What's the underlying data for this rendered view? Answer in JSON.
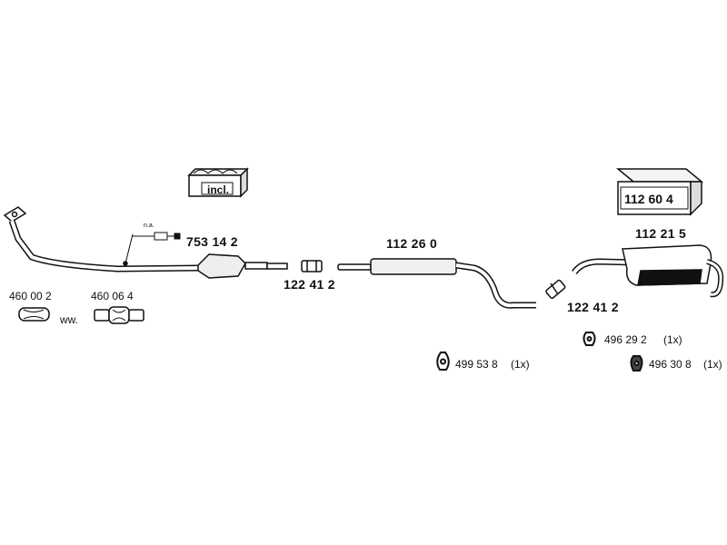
{
  "parts": {
    "front_pipe": "753 14 2",
    "clamp_front": "122 41 2",
    "middle_silencer": "112 26 0",
    "rear_silencer": "112 21 5",
    "clamp_rear": "122 41 2",
    "flex_pipe_a": "460 00 2",
    "flex_pipe_b": "460 06 4"
  },
  "mounts": {
    "m1": {
      "number": "499 53 8",
      "qty": "(1x)"
    },
    "m2": {
      "number": "496 29 2",
      "qty": "(1x)"
    },
    "m3": {
      "number": "496 30 8",
      "qty": "(1x)"
    }
  },
  "kit_box_number": "112 60 4",
  "small_box_label": "incl.",
  "note_na": "n.a.",
  "note_ww": "ww."
}
